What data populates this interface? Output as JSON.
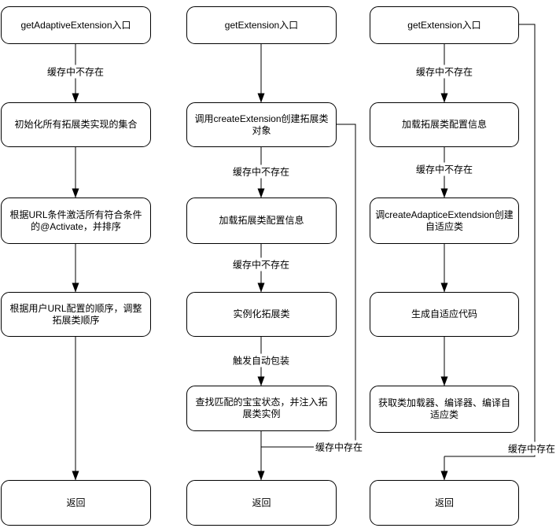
{
  "canvas": {
    "background_color": "#ffffff",
    "stroke_color": "#000000",
    "text_color": "#000000"
  },
  "nodes": {
    "left1": "getAdaptiveExtension入口",
    "left2": "初始化所有拓展类实现的集合",
    "left3": "根据URL条件激活所有符合条件的@Activate，并排序",
    "left4": "根据用户URL配置的顺序，调整拓展类顺序",
    "left5": "返回",
    "mid1": "getExtension入口",
    "mid2": "调用createExtension创建拓展类对象",
    "mid3": "加载拓展类配置信息",
    "mid4": "实例化拓展类",
    "mid5": "查找匹配的宝宝状态，并注入拓展类实例",
    "mid6": "返回",
    "right1": "getExtension入口",
    "right2": "加载拓展类配置信息",
    "right3": "调createAdapticeExtendsion创建自适应类",
    "right4": "生成自适应代码",
    "right5": "获取类加载器、编译器、编译自适应类",
    "right6": "返回"
  },
  "edge_labels": {
    "left_e1": "缓存中不存在",
    "mid_e2": "缓存中不存在",
    "mid_e3": "缓存中不存在",
    "mid_e4": "触发自动包装",
    "mid_cache_hit": "缓存中存在",
    "right_e1": "缓存中不存在",
    "right_e2": "缓存中不存在",
    "right_cache_hit": "缓存中存在"
  }
}
